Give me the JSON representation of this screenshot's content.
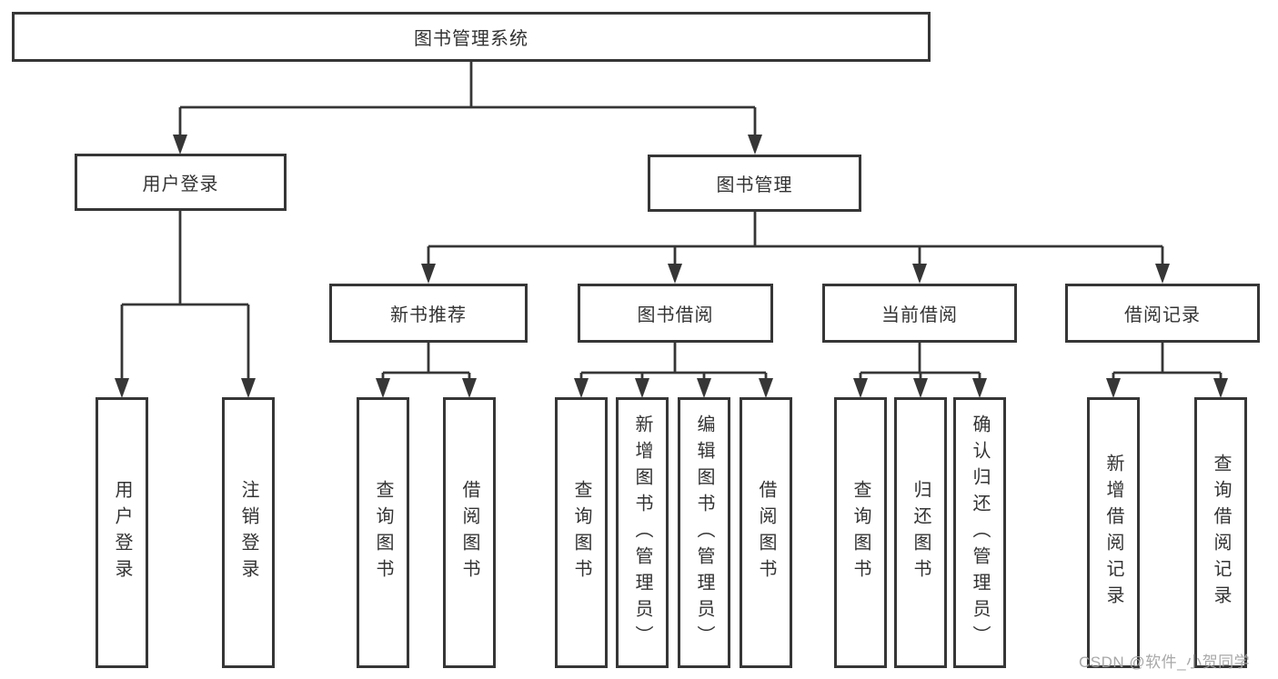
{
  "diagram": {
    "root": {
      "label": "图书管理系统"
    },
    "level2": [
      {
        "label": "用户登录"
      },
      {
        "label": "图书管理"
      }
    ],
    "level3": [
      {
        "label": "新书推荐"
      },
      {
        "label": "图书借阅"
      },
      {
        "label": "当前借阅"
      },
      {
        "label": "借阅记录"
      }
    ],
    "leaves": [
      {
        "label": "用户登录"
      },
      {
        "label": "注销登录"
      },
      {
        "label": "查询图书"
      },
      {
        "label": "借阅图书"
      },
      {
        "label": "查询图书"
      },
      {
        "label": "新增图书（管理员）"
      },
      {
        "label": "编辑图书（管理员）"
      },
      {
        "label": "借阅图书"
      },
      {
        "label": "查询图书"
      },
      {
        "label": "归还图书"
      },
      {
        "label": "确认归还（管理员）"
      },
      {
        "label": "新增借阅记录"
      },
      {
        "label": "查询借阅记录"
      }
    ],
    "watermark": "CSDN @软件_小贺同学",
    "colors": {
      "line": "#363636",
      "text": "#333333",
      "box_background": "#ffffff",
      "watermark": "#a3a3a3"
    }
  }
}
